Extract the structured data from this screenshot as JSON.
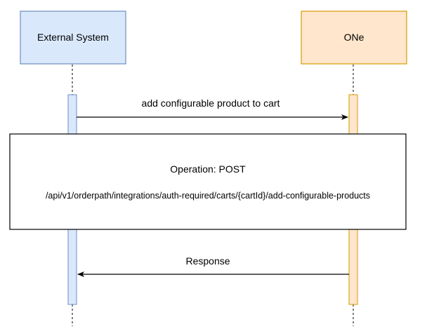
{
  "participants": {
    "left": {
      "label": "External System",
      "fill": "#dae8fc",
      "stroke": "#6c8ebf"
    },
    "right": {
      "label": "ONe",
      "fill": "#ffe6cc",
      "stroke": "#d79b00"
    }
  },
  "messages": {
    "request": {
      "label": "add configurable product to cart",
      "direction": "left-to-right"
    },
    "response": {
      "label": "Response",
      "direction": "right-to-left"
    }
  },
  "note": {
    "operation": "Operation: POST",
    "path": "/api/v1/orderpath/integrations/auth-required/carts/{cartId}/add-configurable-products"
  },
  "colors": {
    "line": "#000000",
    "note_fill": "#ffffff",
    "note_stroke": "#000000"
  }
}
